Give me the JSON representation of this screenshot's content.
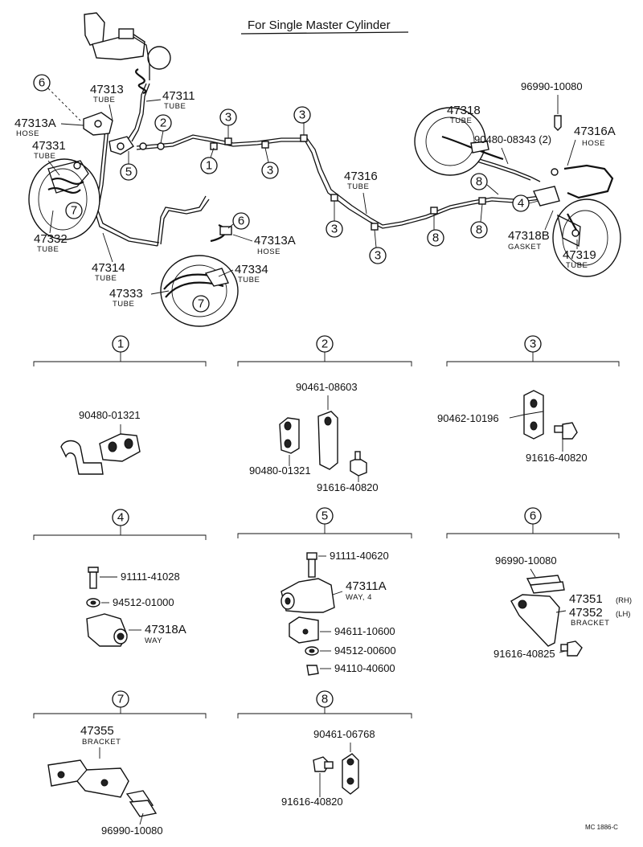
{
  "title": "For Single Master Cylinder",
  "footer_code": "MC 1886-C",
  "parts": {
    "p47311": "47311",
    "p47311_sub": "TUBE",
    "p47313": "47313",
    "p47313_sub": "TUBE",
    "p47313A_l": "47313A",
    "p47313A_l_sub": "HOSE",
    "p47331": "47331",
    "p47331_sub": "TUBE",
    "p47332": "47332",
    "p47332_sub": "TUBE",
    "p47314": "47314",
    "p47314_sub": "TUBE",
    "p47313A_c": "47313A",
    "p47313A_c_sub": "HOSE",
    "p47334": "47334",
    "p47334_sub": "TUBE",
    "p47333": "47333",
    "p47333_sub": "TUBE",
    "p47316": "47316",
    "p47316_sub": "TUBE",
    "p47318": "47318",
    "p47318_sub": "TUBE",
    "p90480_08343": "90480-08343 (2)",
    "p96990_top": "96990-10080",
    "p47316A": "47316A",
    "p47316A_sub": "HOSE",
    "p47318B": "47318B",
    "p47318B_sub": "GASKET",
    "p47319": "47319",
    "p47319_sub": "TUBE"
  },
  "callouts": [
    "1",
    "2",
    "3",
    "4",
    "5",
    "6",
    "7",
    "8"
  ],
  "sections": {
    "s1": {
      "num": "1",
      "a": "90480-01321"
    },
    "s2": {
      "num": "2",
      "a": "90461-08603",
      "b": "90480-01321",
      "c": "91616-40820"
    },
    "s3": {
      "num": "3",
      "a": "90462-10196",
      "b": "91616-40820"
    },
    "s4": {
      "num": "4",
      "a": "91111-41028",
      "b": "94512-01000",
      "c": "47318A",
      "c_sub": "WAY"
    },
    "s5": {
      "num": "5",
      "a": "91111-40620",
      "b": "47311A",
      "b_sub": "WAY, 4",
      "c": "94611-10600",
      "d": "94512-00600",
      "e": "94110-40600"
    },
    "s6": {
      "num": "6",
      "a": "96990-10080",
      "b": "47351",
      "b_note": "(RH)",
      "c": "47352",
      "c_note": "(LH)",
      "bc_sub": "BRACKET",
      "d": "91616-40825"
    },
    "s7": {
      "num": "7",
      "a": "47355",
      "a_sub": "BRACKET",
      "b": "96990-10080"
    },
    "s8": {
      "num": "8",
      "a": "90461-06768",
      "b": "91616-40820"
    }
  }
}
